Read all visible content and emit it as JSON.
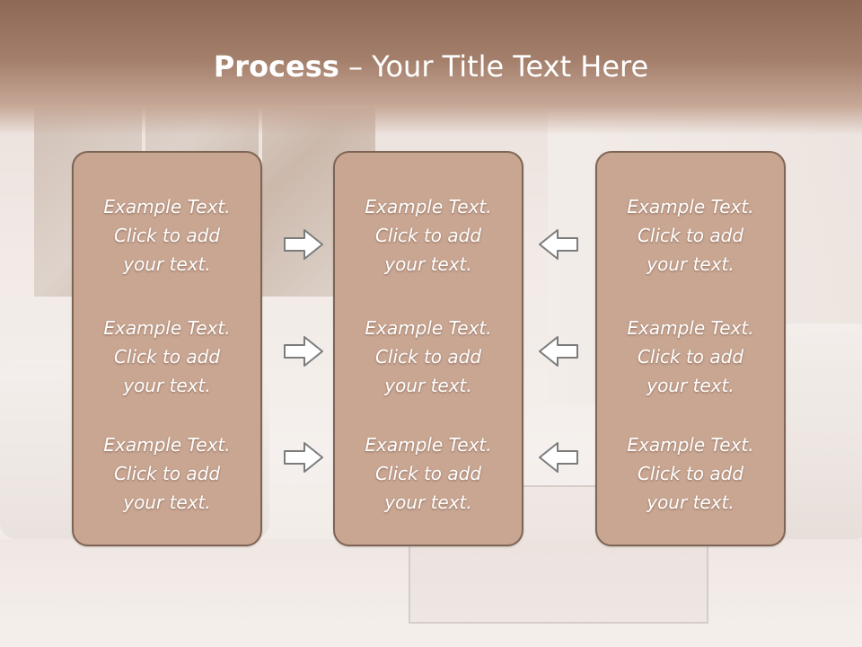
{
  "title": {
    "bold": "Process",
    "rest": " – Your Title Text Here"
  },
  "columns": [
    {
      "items": [
        {
          "line1": "Example Text.",
          "line2": "Click  to add",
          "line3": "your text."
        },
        {
          "line1": "Example Text.",
          "line2": "Click  to add",
          "line3": "your text."
        },
        {
          "line1": "Example Text.",
          "line2": "Click  to add",
          "line3": "your text."
        }
      ]
    },
    {
      "items": [
        {
          "line1": "Example Text.",
          "line2": "Click  to add",
          "line3": "your text."
        },
        {
          "line1": "Example Text.",
          "line2": "Click  to add",
          "line3": "your text."
        },
        {
          "line1": "Example Text.",
          "line2": "Click  to add",
          "line3": "your text."
        }
      ]
    },
    {
      "items": [
        {
          "line1": "Example Text.",
          "line2": "Click  to add",
          "line3": "your text."
        },
        {
          "line1": "Example Text.",
          "line2": "Click  to add",
          "line3": "your text."
        },
        {
          "line1": "Example Text.",
          "line2": "Click  to add",
          "line3": "your text."
        }
      ]
    }
  ],
  "arrows": {
    "left_group": "arrow-right-icon",
    "right_group": "arrow-left-icon"
  },
  "colors": {
    "box_fill": "#c9a692",
    "box_border": "#7e6454",
    "title_band": "#a4806c",
    "text": "#ffffff"
  }
}
